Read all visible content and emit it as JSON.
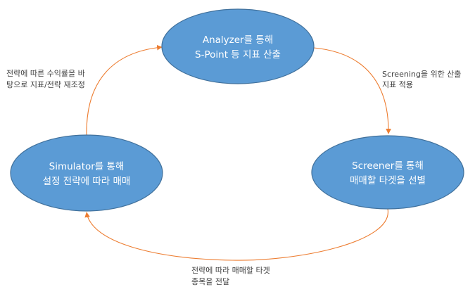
{
  "nodes": {
    "analyzer": {
      "line1": "Analyzer를 통해",
      "line2": "S-Point 등 지표 산출"
    },
    "screener": {
      "line1": "Screener를 통해",
      "line2": "매매할 타겟을 선별"
    },
    "simulator": {
      "line1": "Simulator를 통해",
      "line2": "설정 전략에 따라 매매"
    }
  },
  "edges": {
    "analyzer_to_screener": {
      "line1": "Screening을 위한 산출",
      "line2": "지표 적용"
    },
    "screener_to_simulator": {
      "line1": "전략에 따라 매매할 타겟",
      "line2": "종목을 전달"
    },
    "simulator_to_analyzer": {
      "line1": "전략에 따른 수익률을 바",
      "line2": "탕으로 지표/전략 재조정"
    }
  },
  "colors": {
    "node_fill": "#5b9bd5",
    "node_stroke": "#41719c",
    "node_text": "#ffffff",
    "edge": "#ed7d31",
    "label_text": "#404040"
  }
}
